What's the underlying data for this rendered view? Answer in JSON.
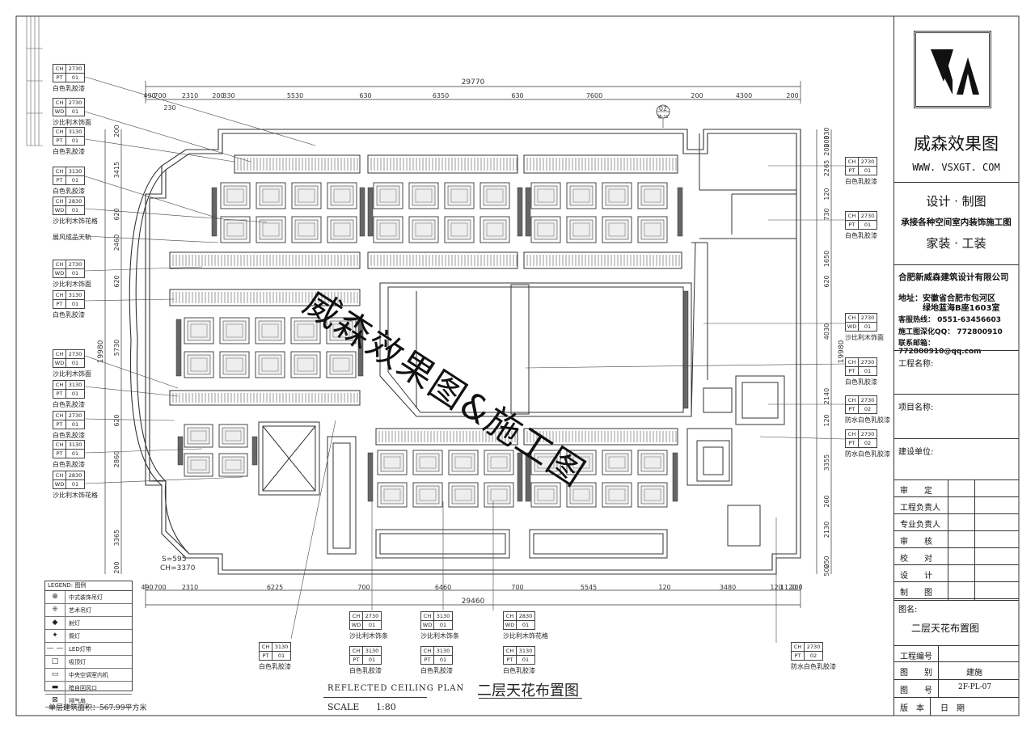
{
  "drawing": {
    "title_cn": "二层天花布置图",
    "title_en": "REFLECTED  CEILING  PLAN",
    "scale_label": "SCALE",
    "scale_value": "1:80",
    "area_note": "单层建筑面积：567.99平方米",
    "grid_ref": "02",
    "grid_sub": "建-21",
    "overall_top": "29770",
    "overall_bottom": "29460",
    "left_total": "19980",
    "right_total": "19980",
    "s_note": "S=595",
    "ch_note": "CH=3370",
    "top_dims": [
      "490",
      "700",
      "2310",
      "200",
      "330",
      "5530",
      "630",
      "6350",
      "630",
      "7600",
      "200",
      "4300",
      "200"
    ],
    "top_dim_230": "230",
    "bottom_dims": [
      "490",
      "700",
      "2310",
      "6225",
      "700",
      "6460",
      "700",
      "5545",
      "120",
      "3480",
      "120",
      "1120",
      "200"
    ],
    "left_dims": [
      "200",
      "3415",
      "620",
      "2460",
      "620",
      "5730",
      "620",
      "2860",
      "3365",
      "200"
    ],
    "right_dims": [
      "330",
      "200",
      "200",
      "2265",
      "120",
      "730",
      "1650",
      "620",
      "4030",
      "2140",
      "120",
      "3355",
      "260",
      "2130",
      "250",
      "500"
    ]
  },
  "legend": {
    "header": "LEGEND: 图例",
    "items": [
      {
        "sym": "⊕",
        "name": "中式装饰吊灯"
      },
      {
        "sym": "⁜",
        "name": "艺术吊灯"
      },
      {
        "sym": "◆",
        "name": "射灯"
      },
      {
        "sym": "✦",
        "name": "筒灯"
      },
      {
        "sym": "— —",
        "name": "LED灯带"
      },
      {
        "sym": "□",
        "name": "吸顶灯"
      },
      {
        "sym": "▭",
        "name": "中央空调室内机"
      },
      {
        "sym": "▬",
        "name": "暗自回风口"
      },
      {
        "sym": "⊠",
        "name": "排气扇"
      }
    ]
  },
  "tags_left": [
    {
      "rows": [
        [
          "CH",
          "2730"
        ],
        [
          "PT",
          "01"
        ]
      ],
      "name": "白色乳胶漆"
    },
    {
      "rows": [
        [
          "CH",
          "2730"
        ],
        [
          "WD",
          "01"
        ]
      ],
      "name": "沙比利木饰面"
    },
    {
      "rows": [
        [
          "CH",
          "3130"
        ],
        [
          "PT",
          "01"
        ]
      ],
      "name": "白色乳胶漆"
    },
    {
      "rows": [
        [
          "CH",
          "3130"
        ],
        [
          "PT",
          "01"
        ]
      ],
      "name": "白色乳胶漆"
    },
    {
      "rows": [
        [
          "CH",
          "2830"
        ],
        [
          "WD",
          "01"
        ]
      ],
      "name": "沙比利木饰花格"
    },
    {
      "rows": [],
      "name": "展风成品天轨"
    },
    {
      "rows": [
        [
          "CH",
          "2730"
        ],
        [
          "WD",
          "01"
        ]
      ],
      "name": "沙比利木饰面"
    },
    {
      "rows": [
        [
          "CH",
          "3130"
        ],
        [
          "PT",
          "01"
        ]
      ],
      "name": "白色乳胶漆"
    },
    {
      "rows": [
        [
          "CH",
          "2730"
        ],
        [
          "WD",
          "01"
        ]
      ],
      "name": "沙比利木饰面"
    },
    {
      "rows": [
        [
          "CH",
          "3130"
        ],
        [
          "PT",
          "01"
        ]
      ],
      "name": "白色乳胶漆"
    },
    {
      "rows": [
        [
          "CH",
          "2730"
        ],
        [
          "PT",
          "01"
        ]
      ],
      "name": "白色乳胶漆"
    },
    {
      "rows": [
        [
          "CH",
          "3130"
        ],
        [
          "PT",
          "01"
        ]
      ],
      "name": "白色乳胶漆"
    },
    {
      "rows": [
        [
          "CH",
          "2830"
        ],
        [
          "WD",
          "01"
        ]
      ],
      "name": "沙比利木饰花格"
    }
  ],
  "tags_right": [
    {
      "rows": [
        [
          "CH",
          "2730"
        ],
        [
          "PT",
          "01"
        ]
      ],
      "name": "白色乳胶漆"
    },
    {
      "rows": [
        [
          "CH",
          "2730"
        ],
        [
          "PT",
          "01"
        ]
      ],
      "name": "白色乳胶漆"
    },
    {
      "rows": [
        [
          "CH",
          "2730"
        ],
        [
          "WD",
          "01"
        ]
      ],
      "name": "沙比利木饰面"
    },
    {
      "rows": [
        [
          "CH",
          "2730"
        ],
        [
          "PT",
          "01"
        ]
      ],
      "name": "白色乳胶漆"
    },
    {
      "rows": [
        [
          "CH",
          "2730"
        ],
        [
          "PT",
          "02"
        ]
      ],
      "name": "防水白色乳胶漆"
    },
    {
      "rows": [
        [
          "CH",
          "2730"
        ],
        [
          "PT",
          "02"
        ]
      ],
      "name": "防水白色乳胶漆"
    }
  ],
  "tags_bottom": [
    {
      "rows": [
        [
          "CH",
          "3130"
        ],
        [
          "PT",
          "01"
        ]
      ],
      "name": "白色乳胶漆"
    },
    {
      "rows": [
        [
          "CH",
          "2730"
        ],
        [
          "WD",
          "01"
        ]
      ],
      "name": "沙比利木饰条",
      "rows2": [
        [
          "CH",
          "3130"
        ],
        [
          "PT",
          "01"
        ]
      ],
      "name2": "白色乳胶漆"
    },
    {
      "rows": [
        [
          "CH",
          "3130"
        ],
        [
          "WD",
          "01"
        ]
      ],
      "name": "沙比利木饰条",
      "rows2": [
        [
          "CH",
          "3130"
        ],
        [
          "PT",
          "01"
        ]
      ],
      "name2": "白色乳胶漆"
    },
    {
      "rows": [
        [
          "CH",
          "2830"
        ],
        [
          "WD",
          "01"
        ]
      ],
      "name": "沙比利木饰花格",
      "rows2": [
        [
          "CH",
          "3130"
        ],
        [
          "PT",
          "01"
        ]
      ],
      "name2": "白色乳胶漆"
    },
    {
      "rows": [
        [
          "CH",
          "2730"
        ],
        [
          "PT",
          "02"
        ]
      ],
      "name": "防水白色乳胶漆"
    }
  ],
  "watermark": "威森效果图&施工图",
  "titleblock": {
    "company_short": "威森效果图",
    "website": "WWW. VSXGT. COM",
    "line1": "设计 · 制图",
    "line2": "承接各种空间室内装饰施工图",
    "line3": "家装 · 工装",
    "company": "合肥新威森建筑设计有限公司",
    "addr_label": "地址：",
    "addr1": "安徽省合肥市包河区",
    "addr2": "绿地蓝海B座1603室",
    "hotline": "客服热线：  0551-63456603",
    "qq": "施工图深化QQ：  772800910",
    "email": "联系邮箱：  772800910@qq.com",
    "project_name": "工程名称:",
    "item_name": "项目名称:",
    "client": "建设单位:",
    "signoffs": [
      "审　　定",
      "工程负责人",
      "专业负责人",
      "审　　核",
      "校　　对",
      "设　　计",
      "制　　图"
    ],
    "fig_name_label": "图名:",
    "fig_name": "二层天花布置图",
    "proj_no_label": "工程编号",
    "drawing_type_label": "图　　别",
    "drawing_type": "建施",
    "drawing_no_label": "图　　号",
    "drawing_no": "2F-PL-07",
    "version_label": "版　本",
    "date_label": "日　期"
  },
  "colors": {
    "line": "#333333",
    "fill_dark": "#555555",
    "paper": "#ffffff"
  }
}
